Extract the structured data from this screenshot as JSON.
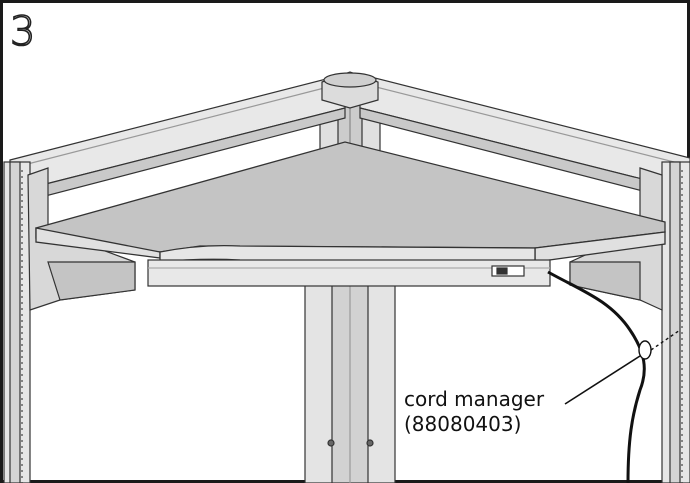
{
  "step": {
    "number": "3"
  },
  "callout": {
    "label": "cord manager",
    "part_number": "(88080403)"
  },
  "colors": {
    "frame_border": "#1a1a1a",
    "metal_light": "#e6e6e6",
    "metal_mid": "#cfcfcf",
    "metal_dark": "#a9a9a9",
    "shelf_top": "#c2c2c2",
    "shelf_edge": "#dcdcdc",
    "outline": "#333333",
    "cord": "#111111"
  }
}
